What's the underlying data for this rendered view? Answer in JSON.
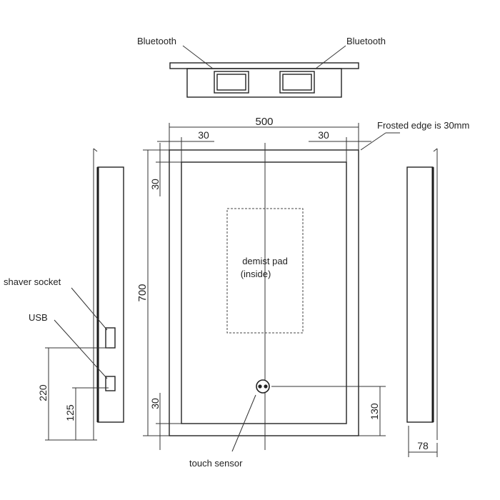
{
  "labels": {
    "bluetooth_left": "Bluetooth",
    "bluetooth_right": "Bluetooth",
    "frosted_edge": "Frosted edge is 30mm",
    "demist_line1": "demist pad",
    "demist_line2": "(inside)",
    "shaver_socket": "shaver socket",
    "usb": "USB",
    "touch_sensor": "touch sensor"
  },
  "dimensions": {
    "width": "500",
    "frost_left": "30",
    "frost_right": "30",
    "height": "700",
    "frost_top": "30",
    "frost_bottom": "30",
    "shaver_height": "220",
    "usb_height": "125",
    "sensor_height": "130",
    "depth": "78"
  },
  "colors": {
    "line": "#222222",
    "text": "#222222",
    "background": "#ffffff"
  }
}
